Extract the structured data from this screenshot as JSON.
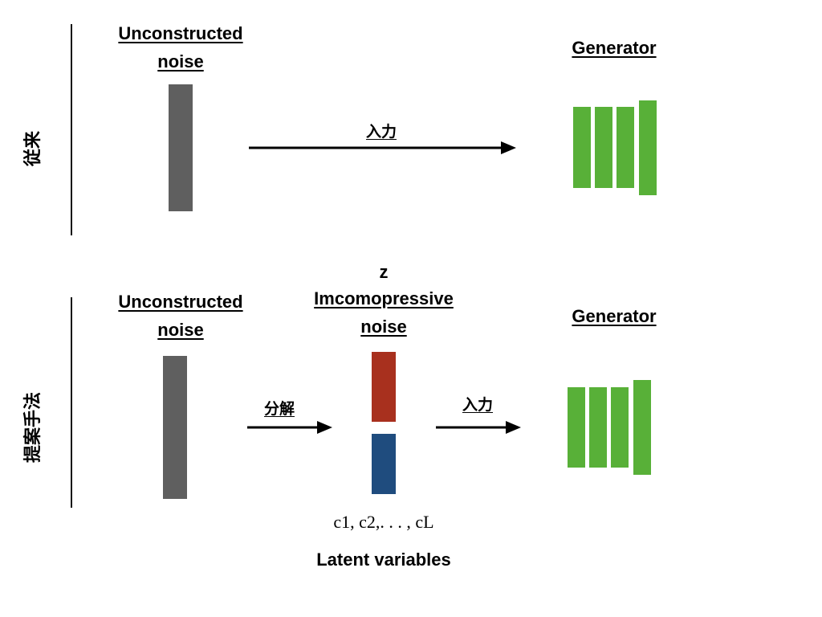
{
  "top": {
    "side_label": "従来",
    "noise_label_line1": "Unconstructed",
    "noise_label_line2": "noise",
    "arrow_label": "入力",
    "generator_label": "Generator"
  },
  "bottom": {
    "side_label": "提案手法",
    "noise_label_line1": "Unconstructed",
    "noise_label_line2": "noise",
    "decompose_label": "分解",
    "z_label": "z",
    "incompressible_line1": "Imcomopressive",
    "incompressible_line2": "noise",
    "arrow_label": "入力",
    "generator_label": "Generator",
    "codes_label": "c1, c2,. . . , cL",
    "latent_label": "Latent variables"
  },
  "colors": {
    "noise_bar": "#5f5f5f",
    "generator": "#58b038",
    "z_block": "#a8301e",
    "c_block": "#1f4c7e",
    "arrow": "#000000"
  }
}
